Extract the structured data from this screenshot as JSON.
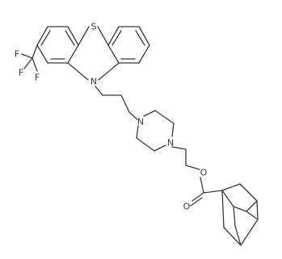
{
  "atoms": {
    "S": "S",
    "N_ring": "N",
    "N_pip1": "N",
    "N_pip2": "N",
    "O_ester": "O",
    "O_carbonyl": "O",
    "F1": "F",
    "F2": "F",
    "F3": "F"
  }
}
